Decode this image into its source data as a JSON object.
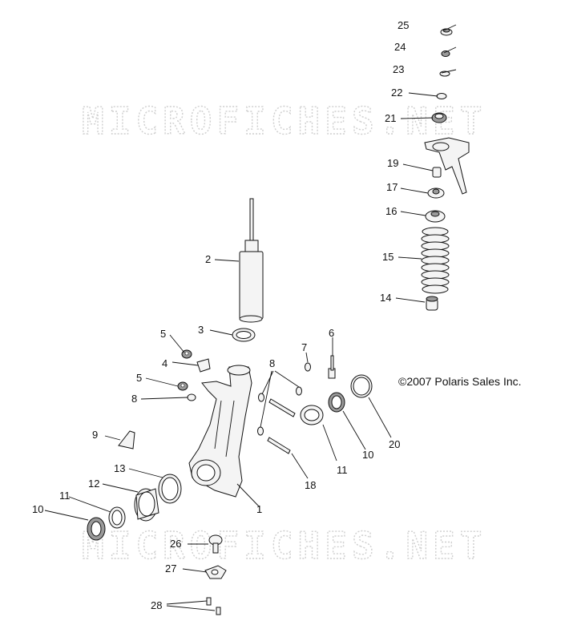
{
  "watermarks": [
    "MICROFICHES.NET",
    "MICROFICHES.NET"
  ],
  "copyright": "©2007 Polaris Sales Inc.",
  "callouts": {
    "c1": "1",
    "c2": "2",
    "c3": "3",
    "c4": "4",
    "c5a": "5",
    "c5b": "5",
    "c6": "6",
    "c7": "7",
    "c8a": "8",
    "c8b": "8",
    "c9": "9",
    "c10a": "10",
    "c10b": "10",
    "c11a": "11",
    "c11b": "11",
    "c12": "12",
    "c13": "13",
    "c14": "14",
    "c15": "15",
    "c16": "16",
    "c17": "17",
    "c18": "18",
    "c19": "19",
    "c20": "20",
    "c21": "21",
    "c22": "22",
    "c23": "23",
    "c24": "24",
    "c25": "25",
    "c26": "26",
    "c27": "27",
    "c28": "28"
  }
}
